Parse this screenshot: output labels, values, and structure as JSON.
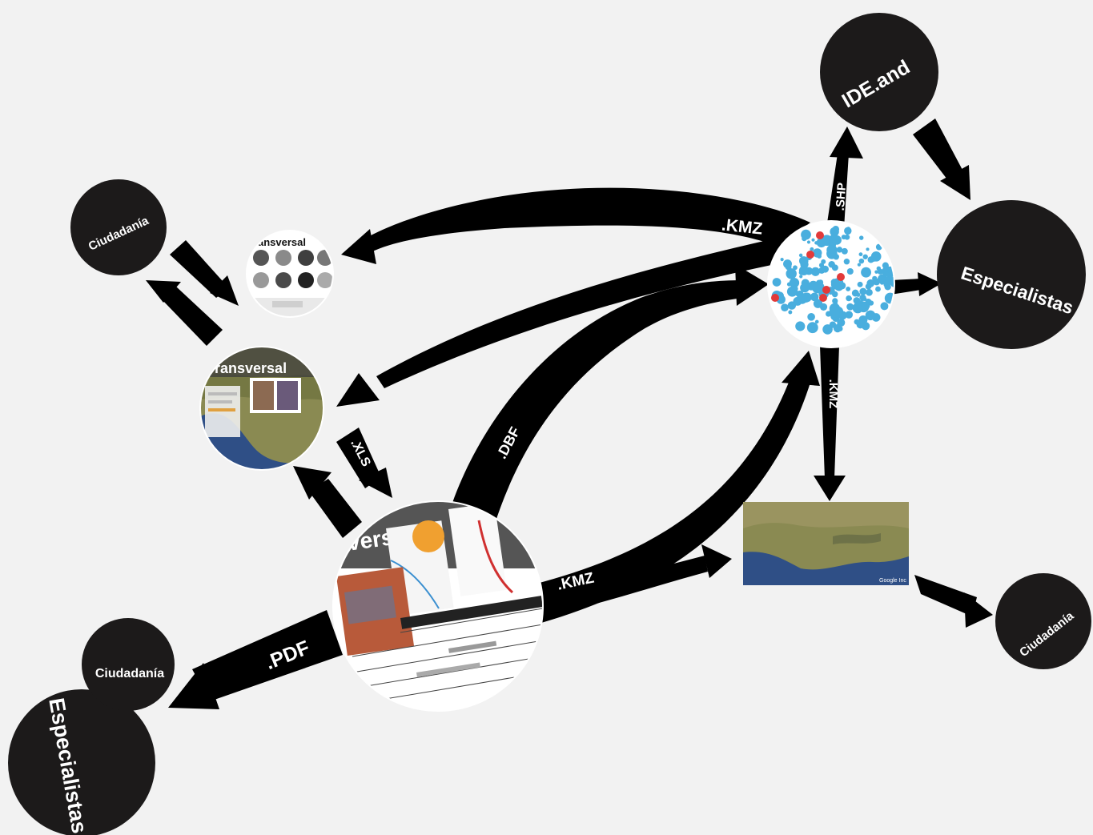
{
  "nodes": {
    "ciudadania_tl": "Ciudadanía",
    "ide_and": "IDE.and",
    "especialistas_r": "Especialistas",
    "ciudadania_r": "Ciudadanía",
    "ciudadania_bl": "Ciudadanía",
    "especialistas_bl": "Especialistas"
  },
  "images": {
    "web_top": "ansversal",
    "web_map": "ransversal",
    "spreadsheet": "sversal",
    "satellite_credit": "Google Inc"
  },
  "edges": {
    "kmz_top": ".KMZ",
    "shp": ".SHP",
    "kmz_right": ".KMZ",
    "xls": ".XLS",
    "dbf": ".DBF",
    "kmz_bottom": ".KMZ",
    "pdf": ".PDF"
  },
  "colors": {
    "background": "#f2f2f2",
    "node_fill": "#1c1a1a",
    "arrow": "#000000",
    "label": "#ffffff",
    "map_points": "#49aede",
    "map_highlights": "#e23a3a",
    "sea": "#2f4f86",
    "land": "#8a8a52"
  }
}
